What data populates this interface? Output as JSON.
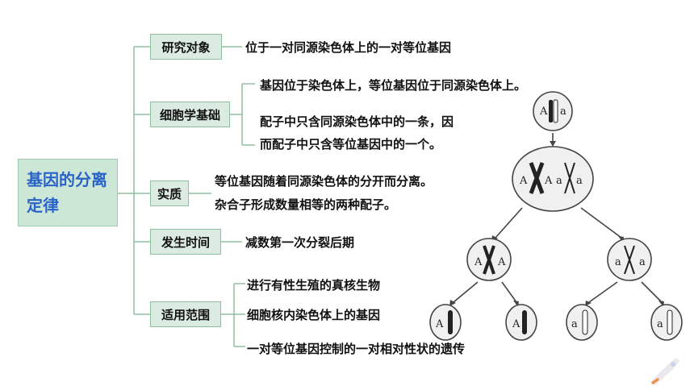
{
  "root": {
    "label": "基因的分离定律"
  },
  "branches": [
    {
      "label": "研究对象",
      "descriptions": [
        "位于一对同源染色体上的一对等位基因"
      ]
    },
    {
      "label": "细胞学基础",
      "descriptions": [
        "基因位于染色体上，等位基因位于同源染色体上。",
        "配子中只含同源染色体中的一条，因",
        "而配子中只含等位基因中的一个。"
      ]
    },
    {
      "label": "实质",
      "descriptions": [
        "等位基因随着同源染色体的分开而分离。",
        "杂合子形成数量相等的两种配子。"
      ]
    },
    {
      "label": "发生时间",
      "descriptions": [
        "减数第一次分裂后期"
      ]
    },
    {
      "label": "适用范围",
      "descriptions": [
        "进行有性生殖的真核生物",
        "细胞核内染色体上的基因",
        "一对等位基因控制的一对相对性状的遗传"
      ]
    }
  ],
  "cell_diagram": {
    "top_cell": [
      "A",
      "a"
    ],
    "middle_cell": [
      "A",
      "A",
      "a",
      "a"
    ],
    "second_left": [
      "A",
      "A"
    ],
    "second_right": [
      "a",
      "a"
    ],
    "gametes": [
      "A",
      "A",
      "a",
      "a"
    ]
  },
  "colors": {
    "root_text": "#2a63c8",
    "node_fill": "#dcebe1",
    "node_border": "#8fbf9f",
    "line": "#8fbf9f"
  }
}
